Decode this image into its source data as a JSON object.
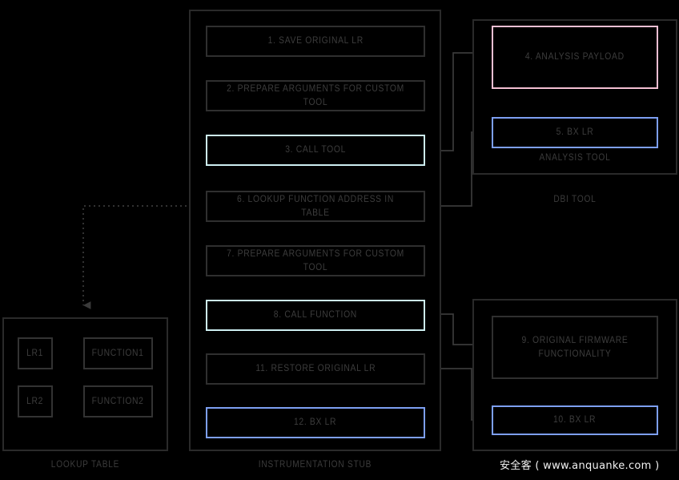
{
  "diagram": {
    "title": "DBI instrumentation stub control flow",
    "colors": {
      "background": "#000000",
      "panel_border": "#2a2a2a",
      "node_border": "#2f2f2f",
      "text": "#3d3d3d",
      "accent_cyan": "#cdeef1",
      "accent_blue": "#7d9ff2",
      "accent_pink": "#f3bfd3",
      "wire": "#333333",
      "watermark": "#f2f2f2"
    }
  },
  "panels": [
    {
      "id": "lookup-table",
      "label": "LOOKUP TABLE"
    },
    {
      "id": "instrumentation-stub",
      "label": "INSTRUMENTATION STUB"
    },
    {
      "id": "dbi-tool",
      "label": "DBI TOOL"
    },
    {
      "id": "analysis-tool",
      "label": "ANALYSIS TOOL"
    }
  ],
  "lookup_table": {
    "rows": [
      {
        "key": "LR1",
        "value": "FUNCTION1"
      },
      {
        "key": "LR2",
        "value": "FUNCTION2"
      }
    ]
  },
  "nodes": {
    "n1": {
      "step": "1",
      "label": "1. SAVE ORIGINAL  LR",
      "accent": "none"
    },
    "n2": {
      "step": "2",
      "label": "2. PREPARE ARGUMENTS FOR CUSTOM TOOL",
      "accent": "none"
    },
    "n3": {
      "step": "3",
      "label": "3. CALL TOOL",
      "accent": "cyan"
    },
    "n4": {
      "step": "4",
      "label": "4. ANALYSIS PAYLOAD",
      "accent": "pink"
    },
    "n5": {
      "step": "5",
      "label": "5. BX LR",
      "accent": "blue"
    },
    "n6": {
      "step": "6",
      "label": "6. LOOKUP FUNCTION ADDRESS IN TABLE",
      "accent": "none"
    },
    "n7": {
      "step": "7",
      "label": "7. PREPARE ARGUMENTS FOR CUSTOM TOOL",
      "accent": "none"
    },
    "n8": {
      "step": "8",
      "label": "8. CALL FUNCTION",
      "accent": "cyan"
    },
    "n9": {
      "step": "9",
      "label": "9. ORIGINAL FIRMWARE FUNCTIONALITY",
      "accent": "none"
    },
    "n10": {
      "step": "10",
      "label": "10. BX LR",
      "accent": "blue"
    },
    "n11": {
      "step": "11",
      "label": "11. RESTORE ORIGINAL LR",
      "accent": "none"
    },
    "n12": {
      "step": "12",
      "label": "12. BX LR",
      "accent": "blue"
    }
  },
  "watermark": {
    "text": "安全客 ( www.anquanke.com )"
  }
}
